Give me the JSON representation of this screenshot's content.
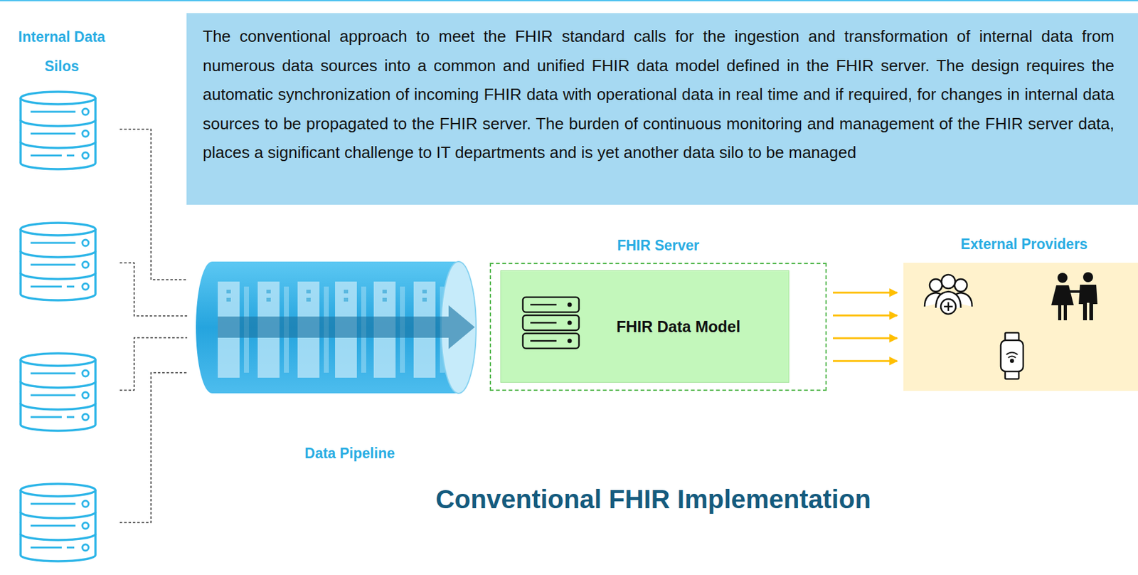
{
  "diagram": {
    "title": "Conventional FHIR Implementation",
    "nodes": [
      {
        "text": [
          "The conventional approach to meet the FHIR standard calls for the ingestion and transformation of internal data from numerous data sources into a common and unified FHIR data model defined in the FHIR server. The design requires the automatic synchronization of incoming FHIR data with operational data in real time and if required, for changes in internal data sources to be propagated to the FHIR server. The burden of continuous monitoring and management of the FHIR server data, places a significant challenge to IT departments and is yet another data silo to be managed"
        ]
      },
      {
        "text": [
          "Data Pipeline"
        ]
      },
      {
        "text": [
          "FHIR Server"
        ]
      },
      {
        "text": [
          "FHIR Data Model"
        ],
        "in": 2
      },
      {
        "text": [
          "External Providers"
        ]
      }
    ],
    "edges": [
      {
        "from": 2,
        "to": 4,
        "arrow": "to"
      },
      {
        "from": 2,
        "to": 4,
        "arrow": "to"
      },
      {
        "from": 2,
        "to": 4,
        "arrow": "to"
      },
      {
        "from": 2,
        "to": 4,
        "arrow": "to"
      }
    ],
    "labels": [
      "Internal Data Silos"
    ]
  }
}
